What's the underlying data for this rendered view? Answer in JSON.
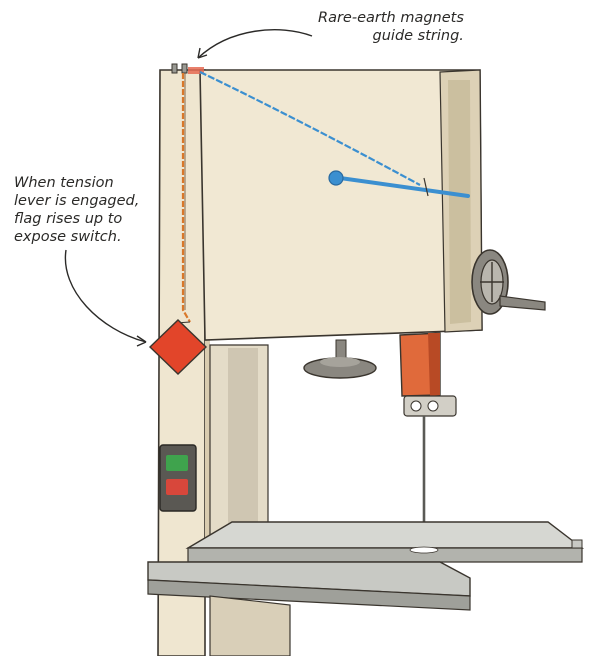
{
  "callouts": {
    "magnets": {
      "lines": [
        "Rare-earth magnets",
        "guide string."
      ]
    },
    "flag": {
      "lines": [
        "When tension",
        "lever is engaged,",
        "flag rises up to",
        "expose switch."
      ]
    }
  },
  "colors": {
    "cabinet": "#efe6d0",
    "cabinet_shadow": "#d9ccb0",
    "outline": "#3a352e",
    "flag": "#e2452a",
    "string": "#d9782a",
    "cord": "#3b8fd0",
    "guide": "#e06a3b",
    "table": "#c8c9c4",
    "switch_green": "#3fa34d",
    "switch_red": "#d8473b"
  }
}
